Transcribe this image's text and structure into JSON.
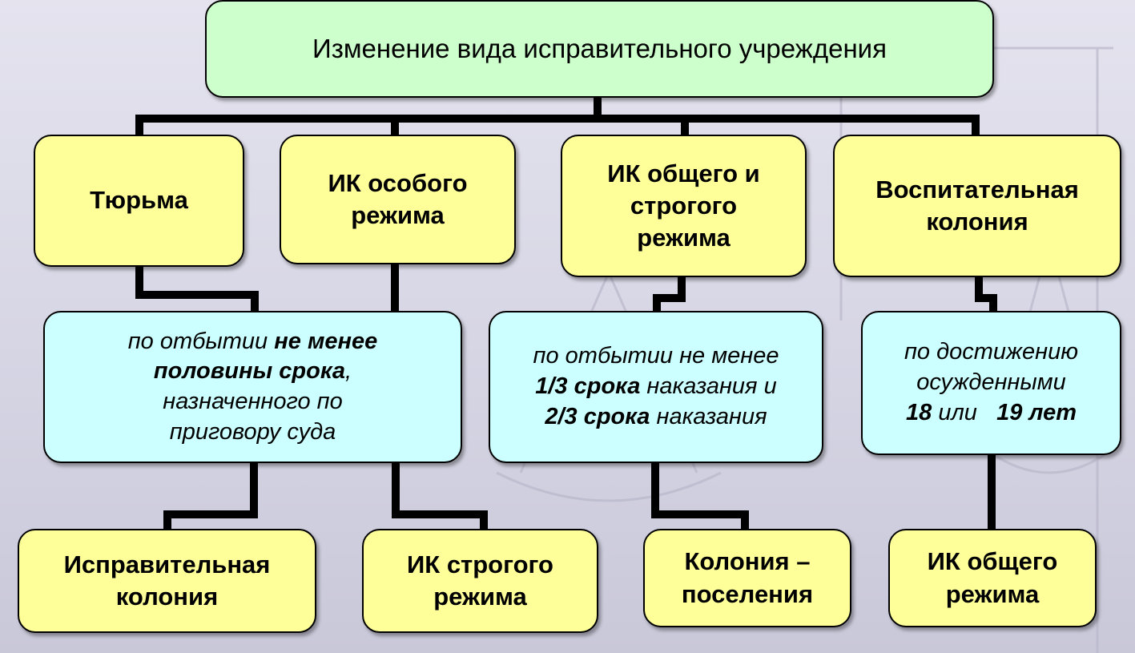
{
  "title": "Изменение вида исправительного учреждения",
  "colors": {
    "title_fill": "#ccffcc",
    "institution_fill": "#ffff99",
    "condition_fill": "#ccffff",
    "connector": "#000000"
  },
  "institutions": {
    "prison": "Тюрьма",
    "special": [
      "ИК  особого",
      "режима"
    ],
    "general_strict": [
      "ИК общего и",
      "строгого",
      "режима"
    ],
    "educational": [
      "Воспитательная",
      "колония"
    ]
  },
  "conditions": {
    "half_term": {
      "l1_a": "по отбытии ",
      "l1_b": "не менее",
      "l2_a": "половины срока",
      "l2_b": ",",
      "l3": "назначенного по",
      "l4": "приговору суда"
    },
    "third_term": {
      "l1": "по отбытии не менее",
      "l2_a": "1/3 срока",
      "l2_b": " наказания и",
      "l3_a": "2/3 срока",
      "l3_b": " наказания"
    },
    "age": {
      "l1": "по достижению",
      "l2": "осужденными",
      "l3_a": "18",
      "l3_b": " или   ",
      "l3_c": "19 лет"
    }
  },
  "results": {
    "corrective": [
      "Исправительная",
      "колония"
    ],
    "strict": [
      "ИК строгого",
      "режима"
    ],
    "settlement": [
      "Колония –",
      "поселения"
    ],
    "general": [
      "ИК общего",
      "режима"
    ]
  }
}
